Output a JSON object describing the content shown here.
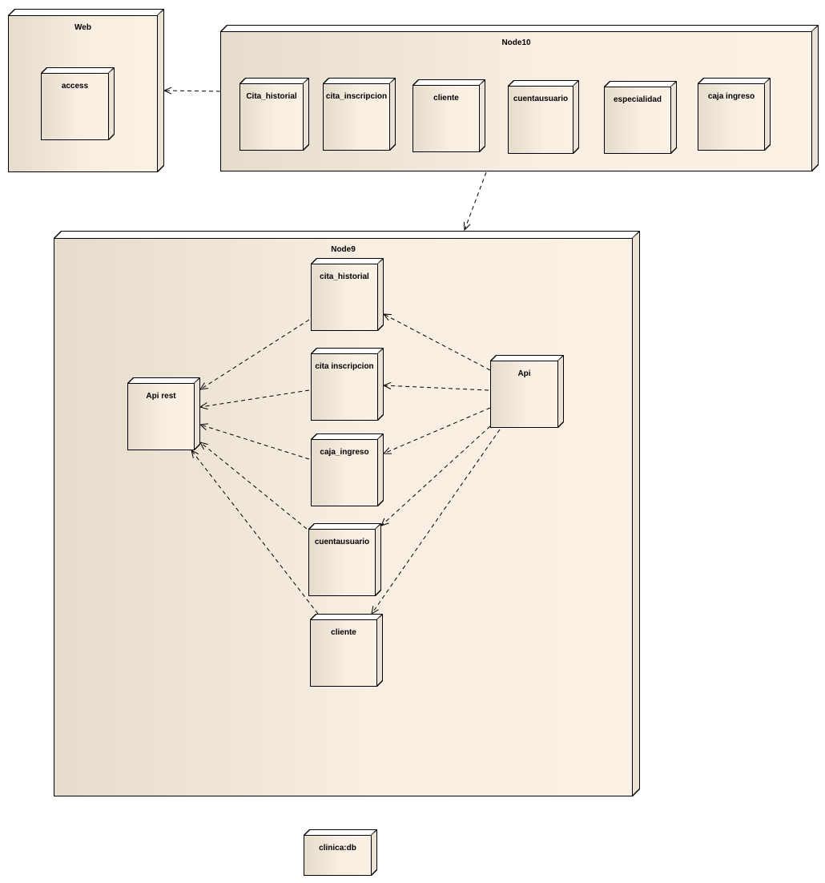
{
  "nodes": {
    "web": {
      "title": "Web"
    },
    "access": {
      "title": "access"
    },
    "node10": {
      "title": "Node10"
    },
    "n10_cita_historial": {
      "title": "Cita_historial"
    },
    "n10_cita_inscripcion": {
      "title": "cita_inscripcion"
    },
    "n10_cliente": {
      "title": "cliente"
    },
    "n10_cuentausuario": {
      "title": "cuentausuario"
    },
    "n10_especialidad": {
      "title": "especialidad"
    },
    "n10_caja_ingreso": {
      "title": "caja ingreso"
    },
    "node9": {
      "title": "Node9"
    },
    "n9_cita_historial": {
      "title": "cita_historial"
    },
    "n9_cita_inscripcion": {
      "title": "cita inscripcion"
    },
    "n9_caja_ingreso": {
      "title": "caja_ingreso"
    },
    "n9_cuentausuario": {
      "title": "cuentausuario"
    },
    "n9_cliente": {
      "title": "cliente"
    },
    "api_rest": {
      "title": "Api rest"
    },
    "api": {
      "title": "Api"
    },
    "clinica_db": {
      "title": "clinica:db"
    }
  },
  "dependencies": [
    {
      "from": "node10",
      "to": "web"
    },
    {
      "from": "node10",
      "to": "node9"
    },
    {
      "from": "n9_cita_historial",
      "to": "api_rest"
    },
    {
      "from": "n9_cita_inscripcion",
      "to": "api_rest"
    },
    {
      "from": "n9_caja_ingreso",
      "to": "api_rest"
    },
    {
      "from": "n9_cuentausuario",
      "to": "api_rest"
    },
    {
      "from": "n9_cliente",
      "to": "api_rest"
    },
    {
      "from": "api",
      "to": "n9_cita_historial"
    },
    {
      "from": "api",
      "to": "n9_cita_inscripcion"
    },
    {
      "from": "api",
      "to": "n9_caja_ingreso"
    },
    {
      "from": "api",
      "to": "n9_cuentausuario"
    },
    {
      "from": "api",
      "to": "n9_cliente"
    }
  ]
}
